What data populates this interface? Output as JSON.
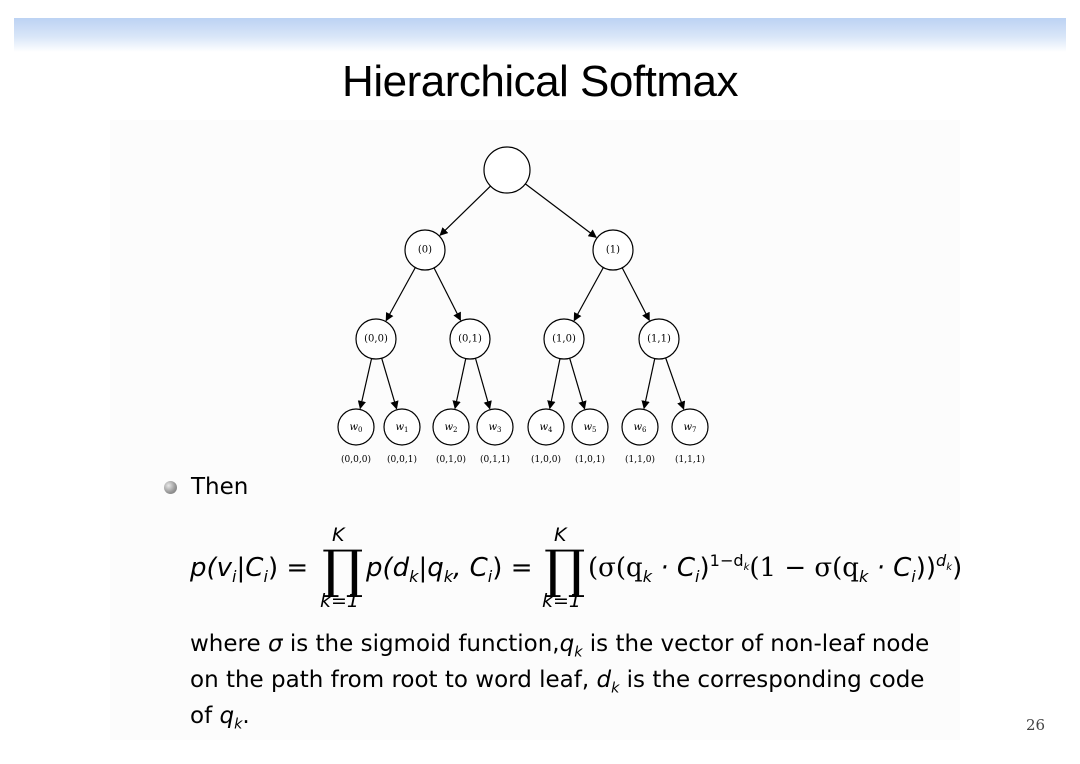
{
  "slide": {
    "title": "Hierarchical Softmax",
    "page_number": "26"
  },
  "tree": {
    "root_label": "",
    "level1": [
      "(0)",
      "(1)"
    ],
    "level2": [
      "(0,0)",
      "(0,1)",
      "(1,0)",
      "(1,1)"
    ],
    "leaves": [
      {
        "word": "w",
        "index": "0",
        "code": "(0,0,0)"
      },
      {
        "word": "w",
        "index": "1",
        "code": "(0,0,1)"
      },
      {
        "word": "w",
        "index": "2",
        "code": "(0,1,0)"
      },
      {
        "word": "w",
        "index": "3",
        "code": "(0,1,1)"
      },
      {
        "word": "w",
        "index": "4",
        "code": "(1,0,0)"
      },
      {
        "word": "w",
        "index": "5",
        "code": "(1,0,1)"
      },
      {
        "word": "w",
        "index": "6",
        "code": "(1,1,0)"
      },
      {
        "word": "w",
        "index": "7",
        "code": "(1,1,1)"
      }
    ]
  },
  "bullet": {
    "text": "Then"
  },
  "equation": {
    "lhs": "p(v",
    "lhs_sub": "i",
    "lhs_mid": "|C",
    "lhs_sub2": "i",
    "lhs_end": ") =",
    "prod_upper": "K",
    "prod_lower": "k=1",
    "mid": "p(d",
    "mid_sub": "k",
    "mid_mid": "|q",
    "mid_sub2": "k",
    "mid_mid2": ", C",
    "mid_sub3": "i",
    "mid_end": ") =",
    "rhs_open": "(σ(q",
    "rhs_sub1": "k",
    "rhs_dot1": " · C",
    "rhs_sub2": "i",
    "rhs_close1": ")",
    "rhs_exp1": "1−d",
    "rhs_exp1_sub": "k",
    "rhs_mid": "(1 − σ(q",
    "rhs_sub3": "k",
    "rhs_dot2": " · C",
    "rhs_sub4": "i",
    "rhs_close2": "))",
    "rhs_exp2": "d",
    "rhs_exp2_sub": "k",
    "rhs_end": ")"
  },
  "description": {
    "part1": "where ",
    "sigma": "σ",
    "part2": " is the sigmoid function,",
    "qk": "q",
    "qk_sub": "k",
    "part3": " is the vector of non-leaf node on the path from root to word leaf, ",
    "dk": "d",
    "dk_sub": "k",
    "part4": " is the corresponding code of ",
    "qk2": "q",
    "qk2_sub": "k",
    "part5": "."
  }
}
